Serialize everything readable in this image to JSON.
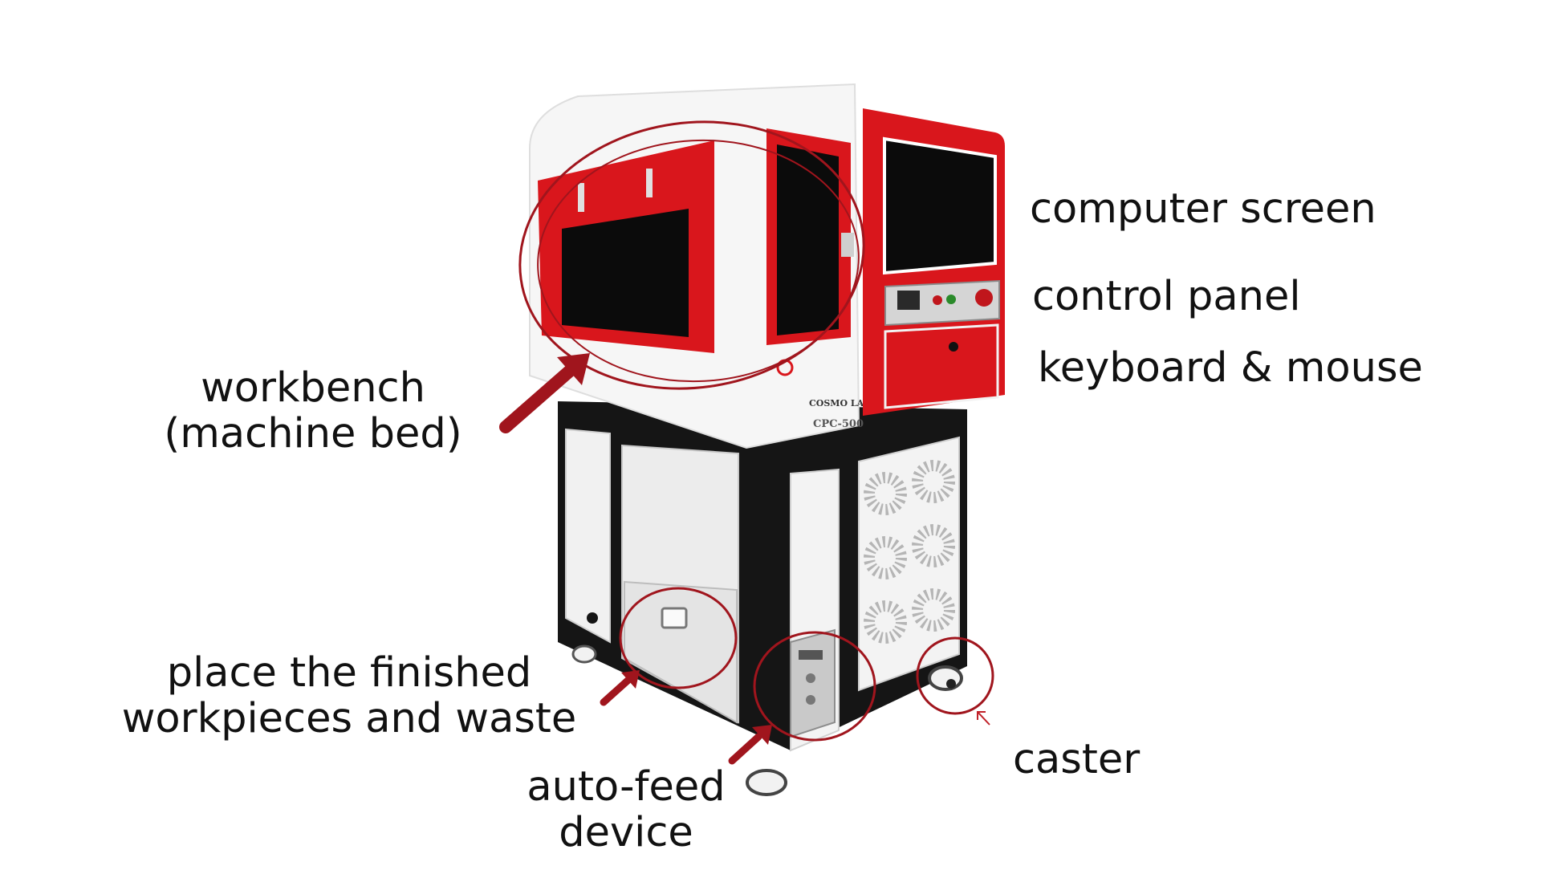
{
  "labels": {
    "computer_screen": "computer screen",
    "control_panel": "control panel",
    "keyboard_mouse": "keyboard & mouse",
    "workbench": [
      "workbench",
      "(machine bed)"
    ],
    "finished_workpieces": [
      "place the finished",
      "workpieces and waste"
    ],
    "auto_feed": [
      "auto-feed",
      "device"
    ],
    "caster": "caster"
  },
  "machine_branding": {
    "brand": "COSMO LASER",
    "model": "CPC-500"
  },
  "colors": {
    "machine_red": "#d9161c",
    "annotation_red": "#a0151d",
    "cabinet_black": "#151515",
    "panel_white": "#f1f1f1",
    "text": "#111111"
  }
}
